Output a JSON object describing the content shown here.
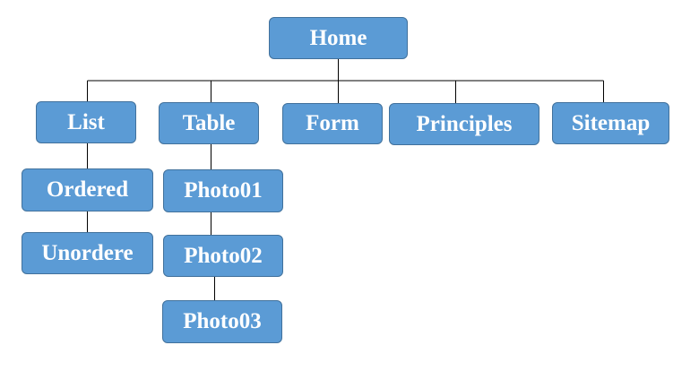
{
  "nodes": {
    "home": "Home",
    "list": "List",
    "table": "Table",
    "form": "Form",
    "principles": "Principles",
    "sitemap": "Sitemap",
    "ordered": "Ordered",
    "unordered": "Unordere",
    "photo01": "Photo01",
    "photo02": "Photo02",
    "photo03": "Photo03"
  },
  "edges": [
    [
      "home",
      "list"
    ],
    [
      "home",
      "table"
    ],
    [
      "home",
      "form"
    ],
    [
      "home",
      "principles"
    ],
    [
      "home",
      "sitemap"
    ],
    [
      "list",
      "ordered"
    ],
    [
      "ordered",
      "unordered"
    ],
    [
      "table",
      "photo01"
    ],
    [
      "photo01",
      "photo02"
    ],
    [
      "photo02",
      "photo03"
    ]
  ],
  "colors": {
    "node_fill": "#5b9bd5",
    "node_border": "#41719c",
    "node_text": "#ffffff",
    "connector": "#000000"
  }
}
